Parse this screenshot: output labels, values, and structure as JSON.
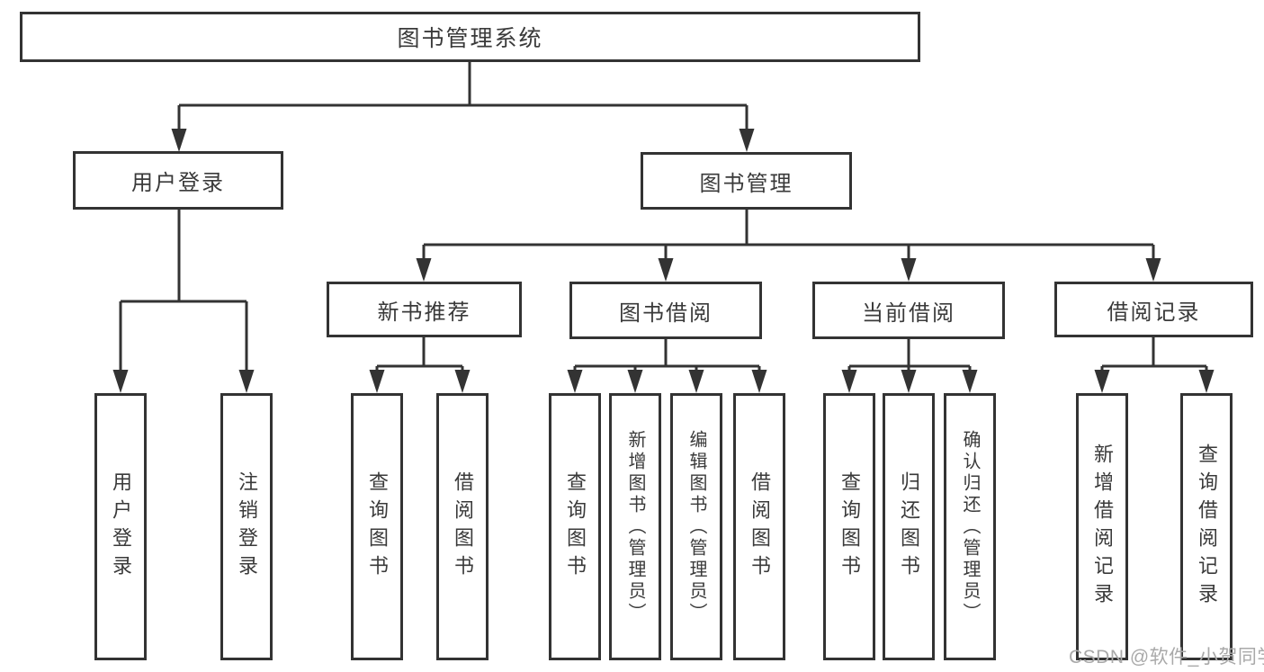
{
  "diagram": {
    "title": "图书管理系统",
    "root": {
      "label": "图书管理系统",
      "children": [
        {
          "label": "用户登录",
          "children": [
            {
              "label": "用户登录"
            },
            {
              "label": "注销登录"
            }
          ]
        },
        {
          "label": "图书管理",
          "children": [
            {
              "label": "新书推荐",
              "children": [
                {
                  "label": "查询图书"
                },
                {
                  "label": "借阅图书"
                }
              ]
            },
            {
              "label": "图书借阅",
              "children": [
                {
                  "label": "查询图书"
                },
                {
                  "label": "新增图书（管理员）"
                },
                {
                  "label": "编辑图书（管理员）"
                },
                {
                  "label": "借阅图书"
                }
              ]
            },
            {
              "label": "当前借阅",
              "children": [
                {
                  "label": "查询图书"
                },
                {
                  "label": "归还图书"
                },
                {
                  "label": "确认归还（管理员）"
                }
              ]
            },
            {
              "label": "借阅记录",
              "children": [
                {
                  "label": "新增借阅记录"
                },
                {
                  "label": "查询借阅记录"
                }
              ]
            }
          ]
        }
      ]
    }
  },
  "watermark": {
    "text": "CSDN @软件_小贺同学"
  },
  "colors": {
    "line": "#333333",
    "text": "#3a3a3a",
    "watermark": "#a9a9a9",
    "bg": "#ffffff"
  }
}
